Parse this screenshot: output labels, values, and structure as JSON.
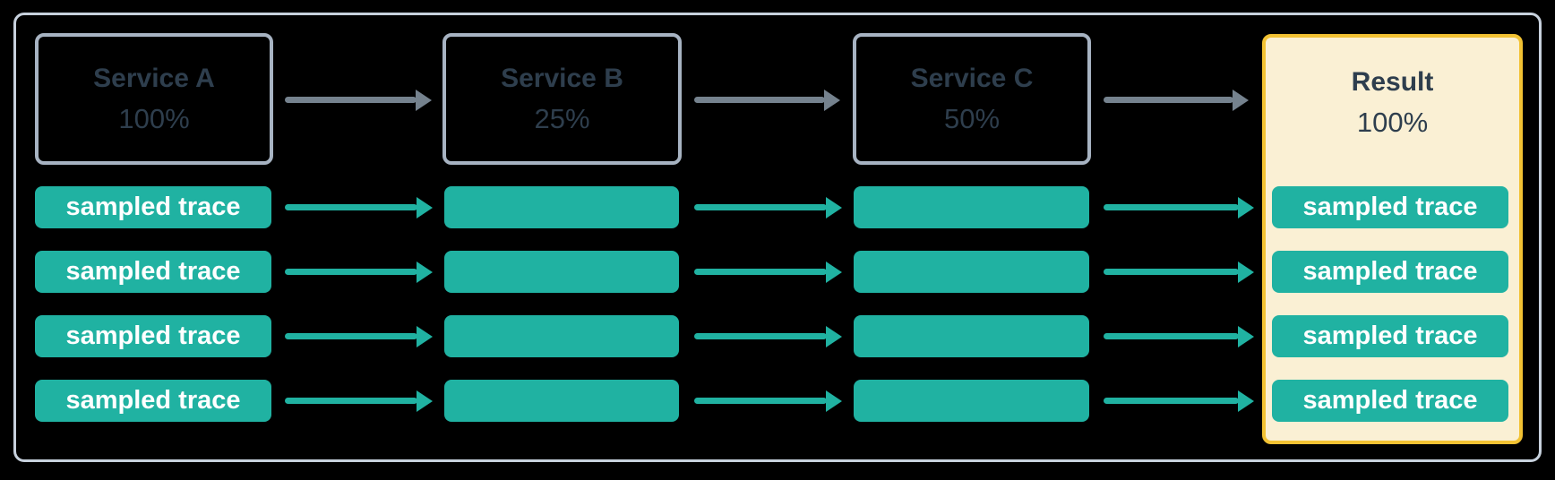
{
  "services": [
    {
      "name": "Service A",
      "rate": "100%"
    },
    {
      "name": "Service B",
      "rate": "25%"
    },
    {
      "name": "Service C",
      "rate": "50%"
    }
  ],
  "result": {
    "name": "Result",
    "rate": "100%"
  },
  "trace_label": "sampled trace",
  "row_count": 4,
  "colors": {
    "background": "#000000",
    "frame_border": "#c7d1dd",
    "service_border": "#a7b3c2",
    "text_dark": "#2e3e4d",
    "trace_teal": "#20b2a2",
    "trace_text": "#ffffff",
    "arrow_gray": "#75828e",
    "result_bg": "#faf0d4",
    "result_border": "#f2c233"
  }
}
